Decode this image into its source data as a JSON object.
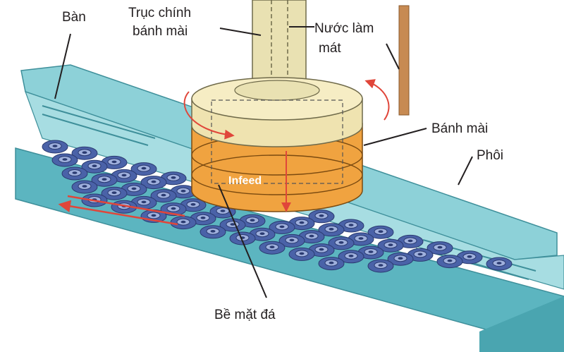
{
  "labels": {
    "table": "Bàn",
    "spindle_line1": "Trục chính",
    "spindle_line2": "bánh mài",
    "coolant_line1": "Nước làm",
    "coolant_line2": "mát",
    "grinding_wheel": "Bánh mài",
    "workpiece": "Phôi",
    "abrasive_surface": "Bề mặt đá",
    "infeed": "Infeed"
  },
  "colors": {
    "table_face": "#5cb5c0",
    "table_top": "#8dd1d8",
    "table_edge": "#3e8f9a",
    "workpiece": "#4a62a8",
    "workpiece_ring": "#9fb0dd",
    "wheel_body": "#f0a340",
    "wheel_top": "#efe3b0",
    "spindle": "#e9e1b2",
    "coolant_pipe": "#c78a52",
    "motion_arrow": "#e0463a"
  }
}
